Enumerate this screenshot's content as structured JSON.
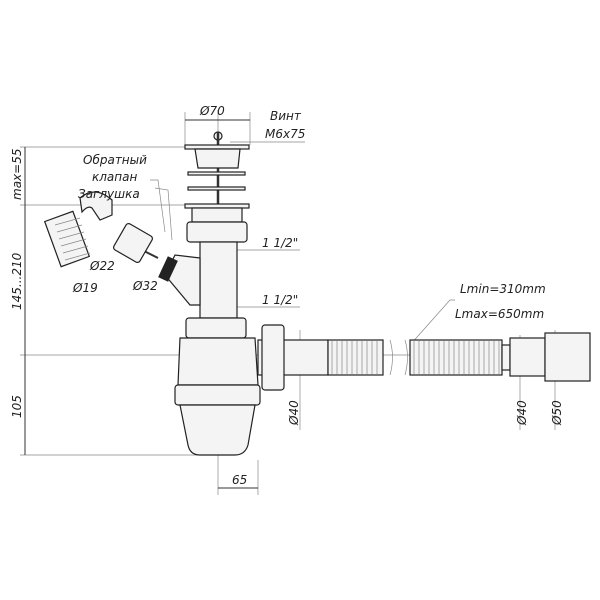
{
  "drawing": {
    "labels": {
      "d70": "Ø70",
      "screw": "Винт",
      "screw_size": "M6x75",
      "check_valve_1": "Обратный",
      "check_valve_2": "клапан",
      "plug": "Заглушка",
      "thread_top": "1 1/2\"",
      "thread_bottom": "1 1/2\"",
      "d22": "Ø22",
      "d19": "Ø19",
      "d32": "Ø32",
      "lmin": "Lmin=310mm",
      "lmax": "Lmax=650mm",
      "d40_outlet": "Ø40",
      "d40_end": "Ø40",
      "d50_end": "Ø50"
    },
    "dimensions": {
      "max55": "max=55",
      "range": "145...210",
      "h105": "105",
      "w65": "65"
    }
  }
}
